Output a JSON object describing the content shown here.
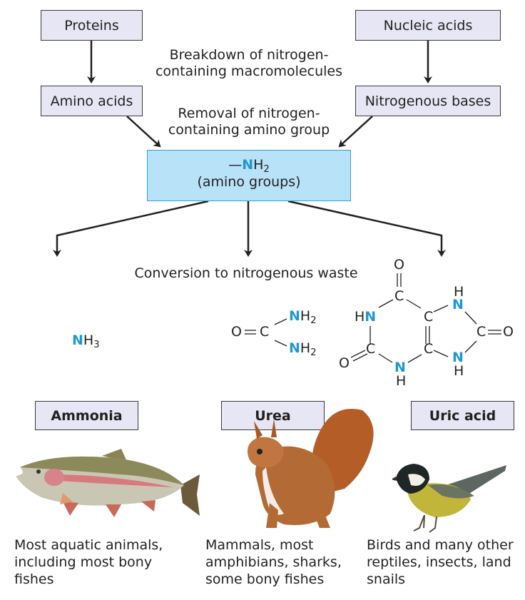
{
  "sources": {
    "proteins": "Proteins",
    "nucleic_acids": "Nucleic acids",
    "amino_acids": "Amino acids",
    "nitrogenous_bases": "Nitrogenous bases"
  },
  "captions": {
    "breakdown_line1": "Breakdown of nitrogen-",
    "breakdown_line2": "containing macromolecules",
    "removal_line1": "Removal of nitrogen-",
    "removal_line2": "containing amino group",
    "conversion": "Conversion to nitrogenous waste"
  },
  "amino_group": {
    "dash": "—",
    "n": "N",
    "h": "H",
    "sub": "2",
    "label": "(amino groups)"
  },
  "ammonia_formula": {
    "n": "N",
    "h": "H",
    "sub": "3"
  },
  "urea_formula": {
    "o": "O",
    "c": "C",
    "n": "N",
    "h": "H",
    "sub": "2"
  },
  "uric_acid_formula": {
    "o": "O",
    "c": "C",
    "n": "N",
    "h": "H",
    "hn_h": "H"
  },
  "wastes": [
    {
      "name": "Ammonia",
      "organisms": [
        "Most aquatic animals,",
        "including most bony",
        "fishes"
      ],
      "animal": "fish"
    },
    {
      "name": "Urea",
      "organisms": [
        "Mammals, most",
        "amphibians, sharks,",
        "some bony fishes"
      ],
      "animal": "squirrel"
    },
    {
      "name": "Uric acid",
      "organisms": [
        "Birds and many other",
        "reptiles, insects, land",
        "snails"
      ],
      "animal": "bird"
    }
  ],
  "colors": {
    "box_fill": "#e6e6f4",
    "amino_box_fill": "#b8e2f7",
    "amino_box_border": "#2aa3dc",
    "nitrogen_blue": "#1d97d5"
  }
}
